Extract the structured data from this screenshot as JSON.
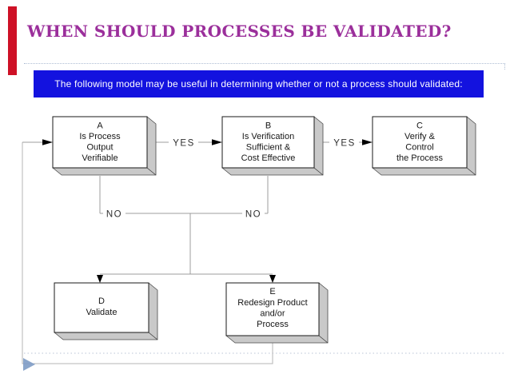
{
  "title": "WHEN SHOULD PROCESSES BE VALIDATED?",
  "banner": {
    "text": "The following model may be useful in determining whether or not a process should validated:"
  },
  "colors": {
    "title": "#9b2f9b",
    "banner_bg": "#1312df",
    "banner_fg": "#ffffff",
    "red_bar": "#ce1126",
    "box_shadow": "#c9c9c9",
    "corner_triangle": "#7e9cc5"
  },
  "flowchart": {
    "boxes": [
      {
        "id": "A",
        "lines": [
          "A",
          "Is Process",
          "Output",
          "Verifiable"
        ]
      },
      {
        "id": "B",
        "lines": [
          "B",
          "Is Verification",
          "Sufficient &",
          "Cost Effective"
        ]
      },
      {
        "id": "C",
        "lines": [
          "C",
          "Verify &",
          "Control",
          "the Process"
        ]
      },
      {
        "id": "D",
        "lines": [
          "D",
          "Validate"
        ]
      },
      {
        "id": "E",
        "lines": [
          "E",
          "Redesign Product",
          "and/or",
          "Process"
        ]
      }
    ],
    "edge_labels": [
      "YES",
      "YES",
      "NO",
      "NO"
    ]
  }
}
